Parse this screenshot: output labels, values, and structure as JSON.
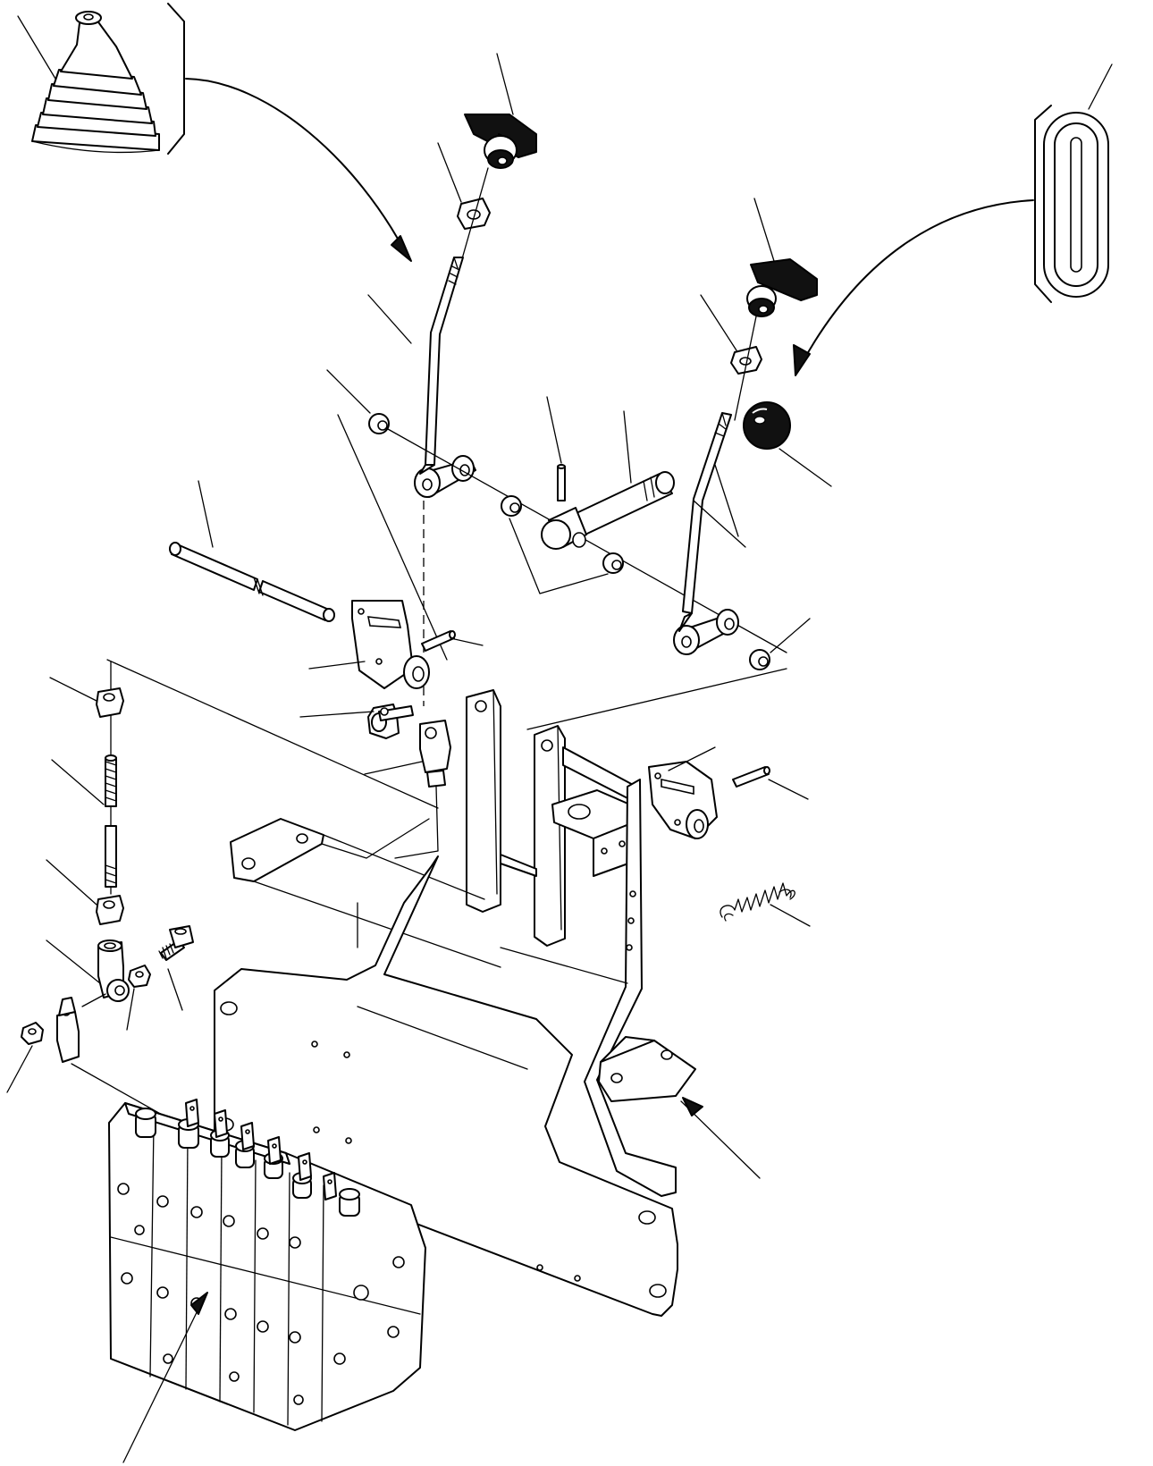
{
  "diagram": {
    "type": "exploded-parts-view",
    "callout_labels": [],
    "parts": [
      {
        "id": "rubber-boot"
      },
      {
        "id": "grommet"
      },
      {
        "id": "lever-knob-left"
      },
      {
        "id": "lever-knob-right"
      },
      {
        "id": "lock-nut-left"
      },
      {
        "id": "lock-nut-right"
      },
      {
        "id": "ball-knob"
      },
      {
        "id": "control-lever-left"
      },
      {
        "id": "control-lever-right"
      },
      {
        "id": "bushing"
      },
      {
        "id": "pivot-shaft"
      },
      {
        "id": "roll-pin"
      },
      {
        "id": "rod"
      },
      {
        "id": "bracket-left"
      },
      {
        "id": "bracket-right"
      },
      {
        "id": "clip"
      },
      {
        "id": "clevis"
      },
      {
        "id": "threaded-rod"
      },
      {
        "id": "nut"
      },
      {
        "id": "rod-end"
      },
      {
        "id": "bolt"
      },
      {
        "id": "spring"
      },
      {
        "id": "support-frame"
      },
      {
        "id": "mounting-plate"
      },
      {
        "id": "control-valve-block"
      }
    ]
  }
}
